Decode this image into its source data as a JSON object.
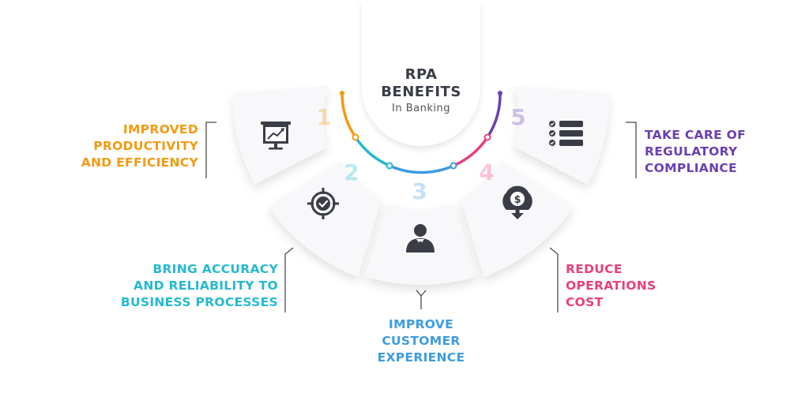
{
  "title": {
    "line1": "RPA",
    "line2": "BENEFITS",
    "subtitle": "In Banking"
  },
  "colors": {
    "orange": "#F29A12",
    "cyan": "#26B9CF",
    "blue": "#3E9BE0",
    "pink": "#E8417A",
    "purple": "#6B3FB5",
    "icon": "#3A3D45"
  },
  "benefits": [
    {
      "number": "1",
      "icon": "presentation-chart-icon",
      "lines": [
        "IMPROVED",
        "PRODUCTIVITY",
        "AND EFFICIENCY"
      ],
      "color": "#F29A12"
    },
    {
      "number": "2",
      "icon": "target-check-icon",
      "lines": [
        "BRING ACCURACY",
        "AND RELIABILITY TO",
        "BUSINESS PROCESSES"
      ],
      "color": "#26B9CF"
    },
    {
      "number": "3",
      "icon": "businessman-icon",
      "lines": [
        "IMPROVE",
        "CUSTOMER",
        "EXPERIENCE"
      ],
      "color": "#3E9BE0"
    },
    {
      "number": "4",
      "icon": "money-down-icon",
      "lines": [
        "REDUCE",
        "OPERATIONS",
        "COST"
      ],
      "color": "#E8417A"
    },
    {
      "number": "5",
      "icon": "checklist-icon",
      "lines": [
        "TAKE CARE OF",
        "REGULATORY",
        "COMPLIANCE"
      ],
      "color": "#6B3FB5"
    }
  ]
}
